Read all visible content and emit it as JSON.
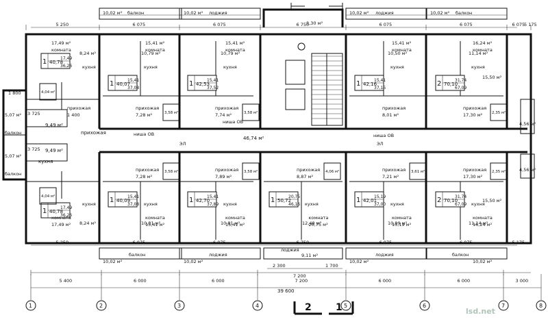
{
  "header": {
    "balcony_tl_area": "10,02 м²",
    "balcony_tl_label": "балкон",
    "loggia_t2_area": "10,02 м²",
    "loggia_t2_label": "лоджия",
    "stair_top_dims": "8,30 м²",
    "loggia_t3_area": "10,02 м²",
    "loggia_t3_label": "лоджия",
    "balcony_tr_area": "10,02 м²",
    "balcony_tr_label": "балкон"
  },
  "top_dims": [
    "5 250",
    "6 075",
    "6 075",
    "6 750",
    "6 075",
    "6 075",
    "6 075",
    "5 175"
  ],
  "apartments_top": [
    {
      "label": "1",
      "total": "40,78",
      "living": "17,49",
      "area2": "36,26",
      "room": "17,49 м²",
      "room_label": "комната",
      "kitchen": "8,24 м²",
      "kitchen_label": "кухня",
      "bath": "4,04 м²",
      "hall": "1 400",
      "hall_label": "прихожая"
    },
    {
      "label": "1",
      "total": "40,07",
      "living": "15,41",
      "area2": "37,08",
      "room": "15,41 м²",
      "room_label": "комната",
      "kitchen": "10,79 м²",
      "kitchen_label": "кухня",
      "hall": "7,28 м²",
      "hall_label": "прихожая",
      "bath": "3,58 м²"
    },
    {
      "label": "1",
      "total": "42,53",
      "living": "15,41",
      "area2": "37,52",
      "room": "15,41 м²",
      "room_label": "комната",
      "kitchen": "10,79 м²",
      "kitchen_label": "кухня",
      "hall": "7,74 м²",
      "hall_label": "прихожая",
      "bath": "3,58 м²"
    },
    {
      "label": "1",
      "total": "42,16",
      "living": "15,41",
      "area2": "37,15",
      "room": "15,41 м²",
      "room_label": "комната",
      "kitchen": "10,50 м²",
      "kitchen_label": "кухня",
      "hall": "8,01 м²",
      "hall_label": "прихожая"
    },
    {
      "label": "2",
      "total": "70,10",
      "living": "31,74",
      "area2": "67,09",
      "room": "16,24 м²",
      "room_label": "комната",
      "room2": "15,50 м²",
      "kitchen": "11,14 м²",
      "kitchen_label": "кухня",
      "hall": "17,30 м²",
      "hall_label": "прихожая",
      "bath": "2,35 м²"
    }
  ],
  "apartments_bottom": [
    {
      "label": "1",
      "total": "40,78",
      "living": "17,49",
      "area2": "36,26",
      "room": "17,49 м²",
      "room_label": "комната",
      "kitchen": "8,24 м²",
      "kitchen_label": "кухня",
      "bath": "4,04 м²"
    },
    {
      "label": "1",
      "total": "40,09",
      "living": "15,41",
      "area2": "37,08",
      "room": "15,41 м²",
      "room_label": "комната",
      "kitchen": "10,81 м²",
      "kitchen_label": "кухня",
      "hall": "7,28 м²",
      "hall_label": "прихожая",
      "bath": "3,58 м²"
    },
    {
      "label": "1",
      "total": "42,70",
      "living": "15,41",
      "area2": "37,89",
      "room": "15,41 м²",
      "room_label": "комната",
      "kitchen": "10,81 м²",
      "kitchen_label": "кухня",
      "hall": "7,89 м²",
      "hall_label": "прихожая",
      "bath": "3,58 м²"
    },
    {
      "label": "1",
      "total": "50,72",
      "living": "20,75",
      "area2": "46,16",
      "room": "20,75 м²",
      "room_label": "комната",
      "kitchen": "12,48 м²",
      "kitchen_label": "кухня",
      "hall": "8,87 м²",
      "hall_label": "прихожая",
      "bath": "4,06 м²"
    },
    {
      "label": "1",
      "total": "42,01",
      "living": "15,19",
      "area2": "37,00",
      "room": "15,19 м²",
      "room_label": "комната",
      "kitchen": "10,99 м²",
      "kitchen_label": "кухня",
      "hall": "7,21 м²",
      "hall_label": "прихожая",
      "bath": "3,61 м²"
    },
    {
      "label": "2",
      "total": "70,10",
      "living": "31,74",
      "area2": "67,09",
      "room": "16,24 м²",
      "room_label": "комната",
      "room2": "15,50 м²",
      "kitchen": "11,14 м²",
      "kitchen_label": "кухня",
      "hall": "17,30 м²",
      "hall_label": "прихожая",
      "bath": "2,35 м²"
    }
  ],
  "corridor": {
    "area": "46,74 м²",
    "niche_left": "ниша ОВ",
    "niche_right": "ниша ОВ",
    "el_left": "ЭЛ",
    "el_right": "ЭЛ",
    "small_left": "ниша ОВ"
  },
  "left_wing": {
    "balcony1_area": "5,07 м²",
    "balcony1_label": "балкон",
    "balcony2_area": "5,07 м²",
    "balcony2_label": "балкон",
    "dim": "1 800",
    "kitchen_a": "9,49 м²",
    "kitchen_b": "9,49 м²",
    "kitchen_label": "кухня",
    "hall_label": "прихожая",
    "w1": "3 725",
    "w2": "3 725"
  },
  "right_wing": {
    "area1": "4,56 м²",
    "area2": "4,56 м²"
  },
  "bottom_labels": {
    "balcony_bl_area": "10,02 м²",
    "balcony_bl_label": "балкон",
    "loggia_b2_area": "10,02 м²",
    "loggia_b2_label": "лоджия",
    "loggia_b3_area": "9,11 м²",
    "loggia_b3_label": "лоджия",
    "loggia_b4_area": "10,02 м²",
    "loggia_b4_label": "лоджия",
    "balcony_br_area": "10,02 м²",
    "balcony_br_label": "балкон"
  },
  "bottom_dims": [
    "5 250",
    "6 075",
    "6 075",
    "6 750",
    "6 075",
    "6 075",
    "5 175"
  ],
  "sub_dims": [
    "2 300",
    "1 700",
    "7 200"
  ],
  "axis_dims": [
    "5 400",
    "6 000",
    "6 000",
    "7 200",
    "6 000",
    "6 000",
    "3 000"
  ],
  "total_dim": "39 600",
  "axes": [
    "1",
    "2",
    "3",
    "4",
    "5",
    "6",
    "7",
    "8"
  ],
  "section_marks": [
    "2",
    "1"
  ],
  "watermark": "lsd.net"
}
